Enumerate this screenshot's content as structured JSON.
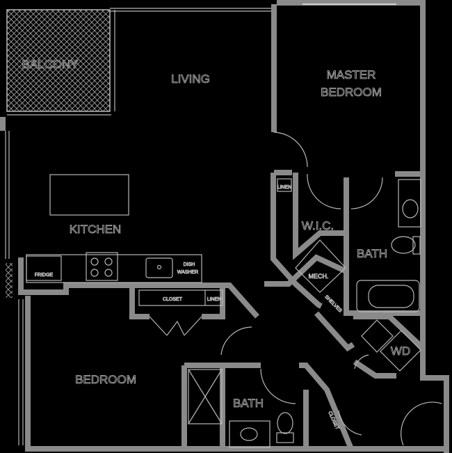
{
  "rooms": {
    "balcony": "BALCONY",
    "living": "LIVING",
    "master_line1": "MASTER",
    "master_line2": "BEDROOM",
    "kitchen": "KITCHEN",
    "wic": "W.I.C.",
    "linen_wic": "LINEN",
    "master_bath": "BATH",
    "mech": "MECH.",
    "shelves": "SHELVES",
    "wd": "WD",
    "fridge": "FRIDGE",
    "dish_line1": "DISH",
    "dish_line2": "WASHER",
    "closet_hall": "CLOSET",
    "linen_hall": "LINEN",
    "bedroom": "BEDROOM",
    "bath": "BATH",
    "closet_entry": "CLOSET"
  },
  "colors": {
    "background": "#000000",
    "wall": "#8a8a8a",
    "line": "#b8b8b8"
  }
}
